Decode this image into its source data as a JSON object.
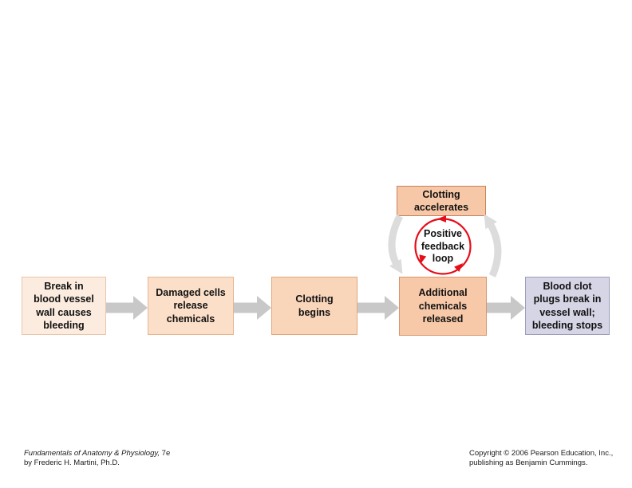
{
  "figure": {
    "flow_boxes": [
      {
        "text": "Break in\nblood vessel\nwall causes\nbleeding"
      },
      {
        "text": "Damaged cells\nrelease\nchemicals"
      },
      {
        "text": "Clotting\nbegins"
      },
      {
        "text": "Additional\nchemicals\nreleased"
      },
      {
        "text": "Blood clot\nplugs break in\nvessel wall;\nbleeding stops"
      }
    ],
    "accelerator_box": {
      "text": "Clotting\naccelerates"
    },
    "loop_label": {
      "text": "Positive\nfeedback\nloop"
    },
    "palette": {
      "box_fills": [
        "#fcecdf",
        "#fbdfc9",
        "#f9d5ba",
        "#f8c9a9",
        "#d6d5e6"
      ],
      "box_borders": [
        "#eac6ab",
        "#e6b691",
        "#e0a77c",
        "#d6946c",
        "#9e9dbd"
      ],
      "accelerator_fill": "#f7c8a8",
      "accelerator_border": "#c8825c",
      "flow_arrow_gray": "#c8c8c8",
      "cycle_arrow_gray": "#dcdcdc",
      "loop_red": "#e60e19"
    }
  },
  "footer": {
    "left": {
      "title_italic": "Fundamentals of Anatomy & Physiology,",
      "edition": " 7e",
      "author_line": "by Frederic H. Martini, Ph.D."
    },
    "right": {
      "line1": "Copyright © 2006 Pearson Education, Inc.,",
      "line2": "publishing as Benjamin Cummings."
    }
  }
}
